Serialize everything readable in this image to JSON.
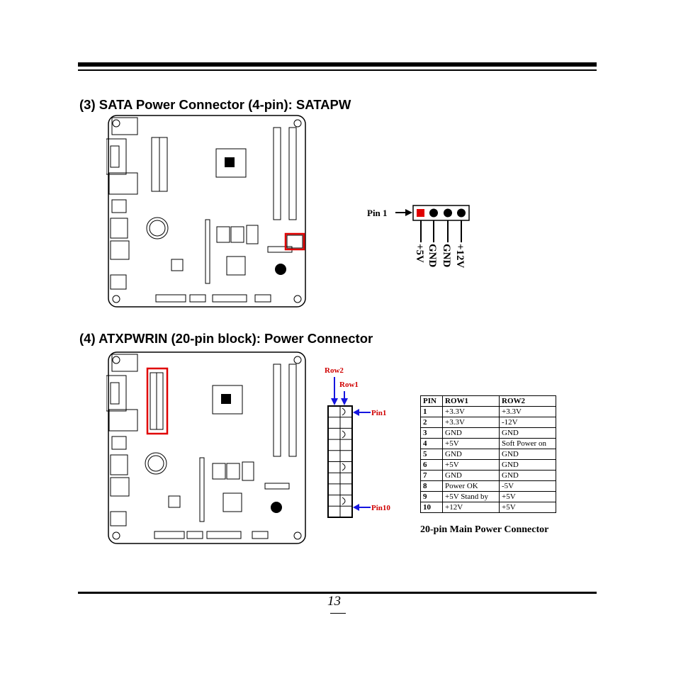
{
  "page": {
    "number": "13"
  },
  "sections": [
    {
      "title": "(3) SATA Power Connector (4-pin): SATAPW"
    },
    {
      "title": "(4) ATXPWRIN (20-pin block): Power Connector"
    }
  ],
  "sata": {
    "pin1_label": "Pin 1",
    "pins": [
      "+5V",
      "GND",
      "GND",
      "+12V"
    ]
  },
  "atx": {
    "row2_label": "Row2",
    "row1_label": "Row1",
    "pin1_label": "Pin1",
    "pin10_label": "Pin10",
    "table": {
      "headers": [
        "PIN",
        "ROW1",
        "ROW2"
      ],
      "rows": [
        [
          "1",
          "+3.3V",
          "+3.3V"
        ],
        [
          "2",
          "+3.3V",
          "-12V"
        ],
        [
          "3",
          "GND",
          "GND"
        ],
        [
          "4",
          "+5V",
          "Soft Power on"
        ],
        [
          "5",
          "GND",
          "GND"
        ],
        [
          "6",
          "+5V",
          "GND"
        ],
        [
          "7",
          "GND",
          "GND"
        ],
        [
          "8",
          "Power OK",
          "-5V"
        ],
        [
          "9",
          "+5V Stand by",
          "+5V"
        ],
        [
          "10",
          "+12V",
          "+5V"
        ]
      ]
    },
    "caption": "20-pin Main Power Connector"
  },
  "colors": {
    "highlight": "#e00000",
    "arrow_blue": "#1515e0",
    "label_red": "#d00000"
  }
}
